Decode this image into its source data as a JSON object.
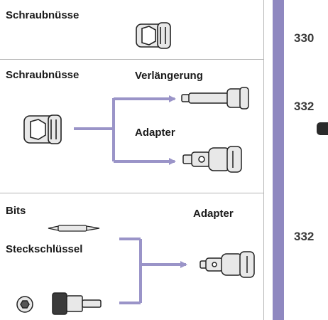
{
  "section1": {
    "title": "Schraubnüsse"
  },
  "section2": {
    "title": "Schraubnüsse",
    "extension_label": "Verlängerung",
    "adapter_label": "Adapter"
  },
  "section3": {
    "bits_label": "Bits",
    "socket_wrench_label": "Steckschlüssel",
    "adapter_label": "Adapter"
  },
  "page_numbers": [
    "330",
    "332",
    "332"
  ],
  "colors": {
    "accent": "#8f88c0",
    "arrow": "#9a94c8",
    "tool_fill": "#e6e6e6",
    "tool_stroke": "#222222"
  }
}
